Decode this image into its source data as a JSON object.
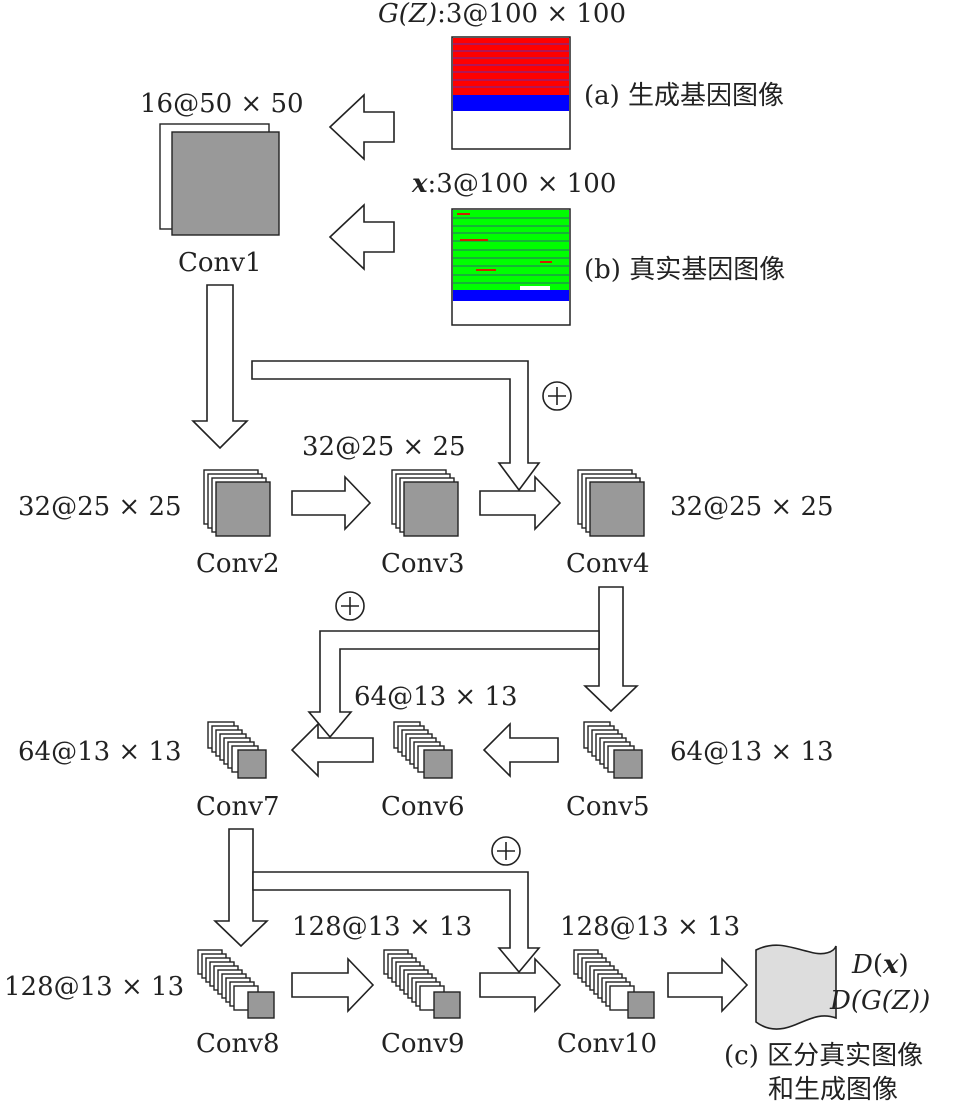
{
  "images": {
    "generated": {
      "size_label_func": "G(Z)",
      "size_label_rest": ":3@100 × 100",
      "caption": "(a) 生成基因图像"
    },
    "real": {
      "size_label_var": "x",
      "size_label_rest": ":3@100 × 100",
      "caption": "(b) 真实基因图像"
    }
  },
  "layers": {
    "conv1": {
      "name": "Conv1",
      "dims": "16@50 × 50"
    },
    "conv2": {
      "name": "Conv2",
      "dims": "32@25 × 25"
    },
    "conv3": {
      "name": "Conv3",
      "dims": "32@25 × 25"
    },
    "conv4": {
      "name": "Conv4",
      "dims": "32@25 × 25"
    },
    "conv5": {
      "name": "Conv5",
      "dims": "64@13 × 13"
    },
    "conv6": {
      "name": "Conv6",
      "dims": "64@13 × 13"
    },
    "conv7": {
      "name": "Conv7",
      "dims": "64@13 × 13"
    },
    "conv8": {
      "name": "Conv8",
      "dims": "128@13 × 13"
    },
    "conv9": {
      "name": "Conv9",
      "dims": "128@13 × 13"
    },
    "conv10": {
      "name": "Conv10",
      "dims": "128@13 × 13"
    }
  },
  "skip_symbol": "⊕",
  "output": {
    "dx_func": "D",
    "dx_open": "(",
    "dx_var": "x",
    "dx_close": ")",
    "dg": "D(G(Z))",
    "caption_line1": "(c) 区分真实图像",
    "caption_line2": "和生成图像"
  },
  "colors": {
    "feature_map": "#999999",
    "generated_red": "#ff0000",
    "generated_blue": "#0000ff",
    "real_green": "#00ff00",
    "real_blue": "#0000ff",
    "output_fill": "#dddddd"
  }
}
